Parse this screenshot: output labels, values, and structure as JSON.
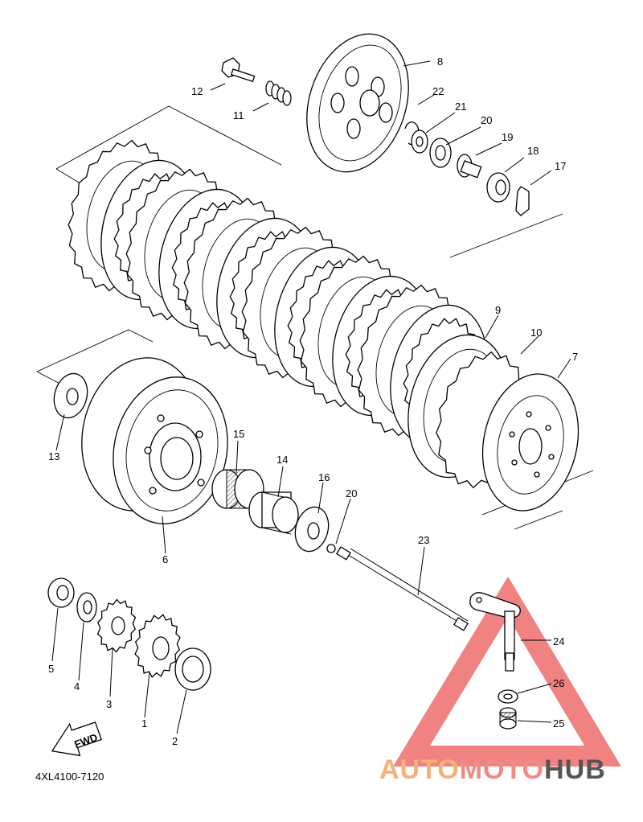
{
  "diagram_code": "4XL4100-7120",
  "fwd_label": "FWD",
  "watermark": {
    "part1": "AUTO",
    "part2": "MOTO",
    "part3": "HUB",
    "color1": "#f2b27a",
    "color2": "#f08a86",
    "color3": "#555555",
    "triangle_color": "#ee6c6c"
  },
  "callouts": [
    "1",
    "2",
    "3",
    "4",
    "5",
    "6",
    "7",
    "8",
    "9",
    "10",
    "11",
    "12",
    "13",
    "14",
    "15",
    "16",
    "17",
    "18",
    "19",
    "20",
    "20",
    "21",
    "22",
    "23",
    "24",
    "25",
    "26"
  ]
}
